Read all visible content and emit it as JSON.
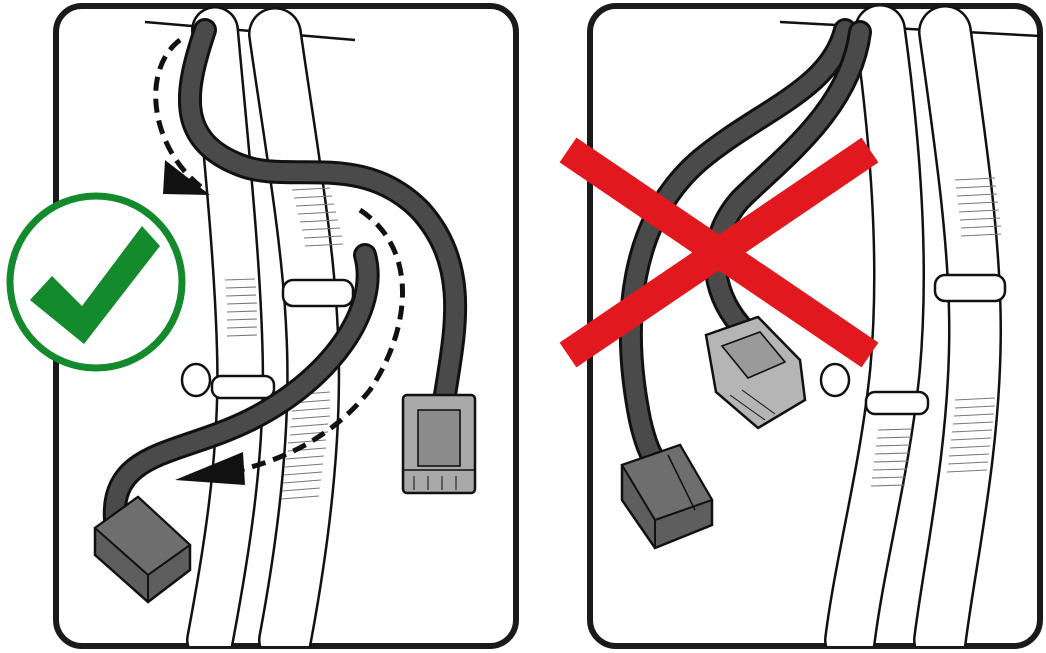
{
  "panels": [
    {
      "name": "correct-routing",
      "status": "correct",
      "indicator_icon": "check-icon"
    },
    {
      "name": "incorrect-routing",
      "status": "incorrect",
      "indicator_icon": "cross-icon"
    }
  ],
  "colors": {
    "frame_stroke": "#1a1a1a",
    "cable_dark": "#4a4a4a",
    "cable_outline": "#1a1a1a",
    "hose_fill": "#ffffff",
    "connector_dark": "#5e5e5e",
    "connector_light": "#b5b5b5",
    "check_ring": "#138a2c",
    "check_mark": "#138a2c",
    "cross_red": "#e1191e"
  }
}
